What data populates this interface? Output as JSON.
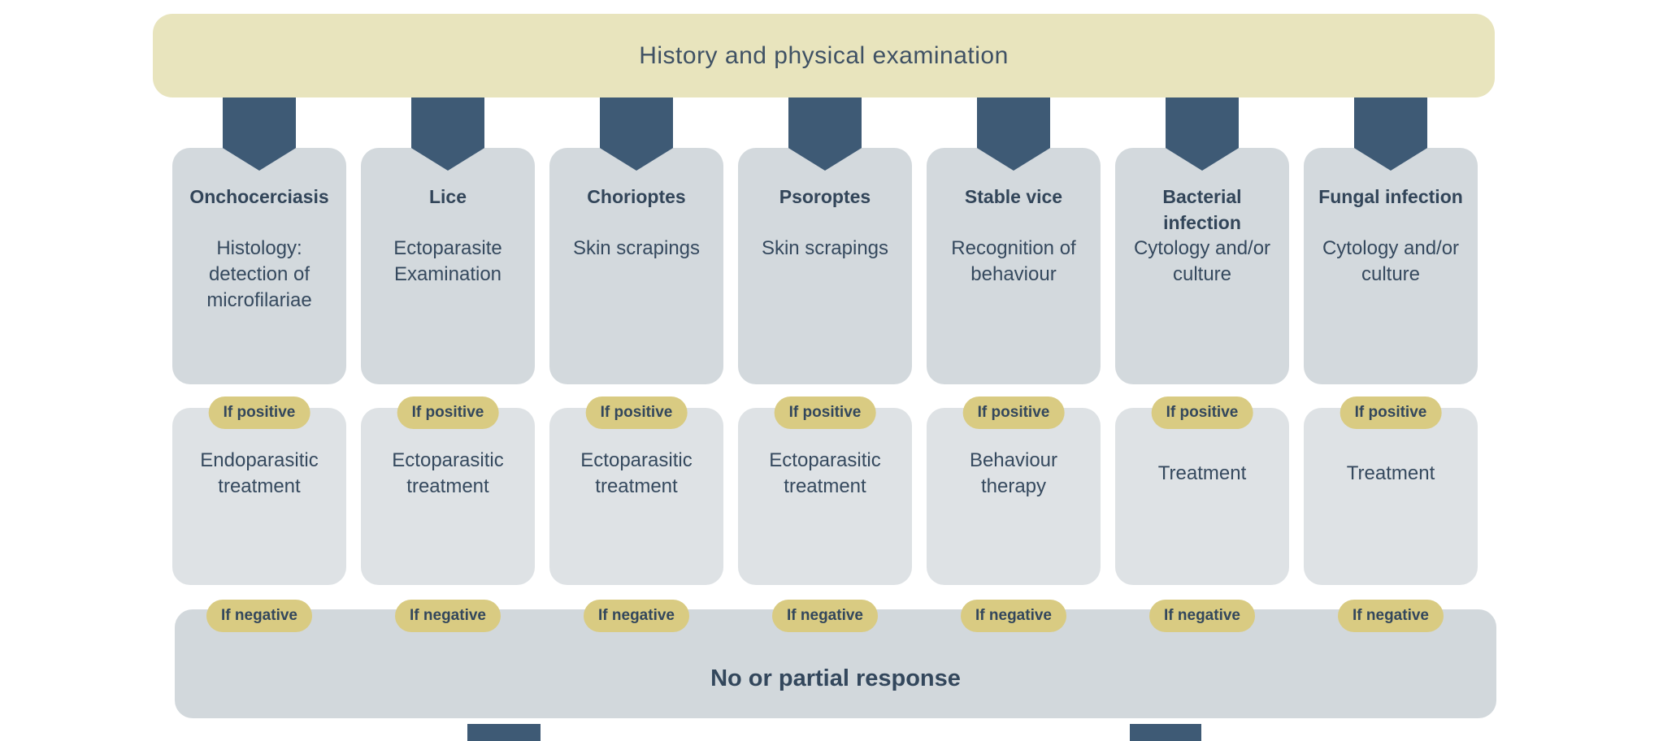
{
  "banner": {
    "label": "History and physical examination"
  },
  "columns": [
    {
      "condition": "Onchocerciasis",
      "diagnostic": "Histology: detection of microfilariae",
      "positive_label": "If positive",
      "treatment": "Endoparasitic treatment",
      "negative_label": "If negative"
    },
    {
      "condition": "Lice",
      "diagnostic": "Ectoparasite Examination",
      "positive_label": "If positive",
      "treatment": "Ectoparasitic treatment",
      "negative_label": "If negative"
    },
    {
      "condition": "Chorioptes",
      "diagnostic": "Skin scrapings",
      "positive_label": "If positive",
      "treatment": "Ectoparasitic treatment",
      "negative_label": "If negative"
    },
    {
      "condition": "Psoroptes",
      "diagnostic": "Skin scrapings",
      "positive_label": "If positive",
      "treatment": "Ectoparasitic treatment",
      "negative_label": "If negative"
    },
    {
      "condition": "Stable vice",
      "diagnostic": "Recognition of behaviour",
      "positive_label": "If positive",
      "treatment": "Behaviour therapy",
      "negative_label": "If negative"
    },
    {
      "condition": "Bacterial infection",
      "diagnostic": "Cytology and/or culture",
      "positive_label": "If positive",
      "treatment": "Treatment",
      "negative_label": "If negative"
    },
    {
      "condition": "Fungal infection",
      "diagnostic": "Cytology and/or culture",
      "positive_label": "If positive",
      "treatment": "Treatment",
      "negative_label": "If negative"
    }
  ],
  "footer": {
    "label": "No or partial response"
  },
  "colors": {
    "banner_bg": "#e8e4bd",
    "badge_bg": "#d9cb82",
    "connector": "#3e5a75",
    "diagnosis_box_bg": "#d3d9dd",
    "treatment_box_bg": "#dee2e5",
    "footer_bar_bg": "#d2d8dc",
    "text": "#35495e"
  }
}
